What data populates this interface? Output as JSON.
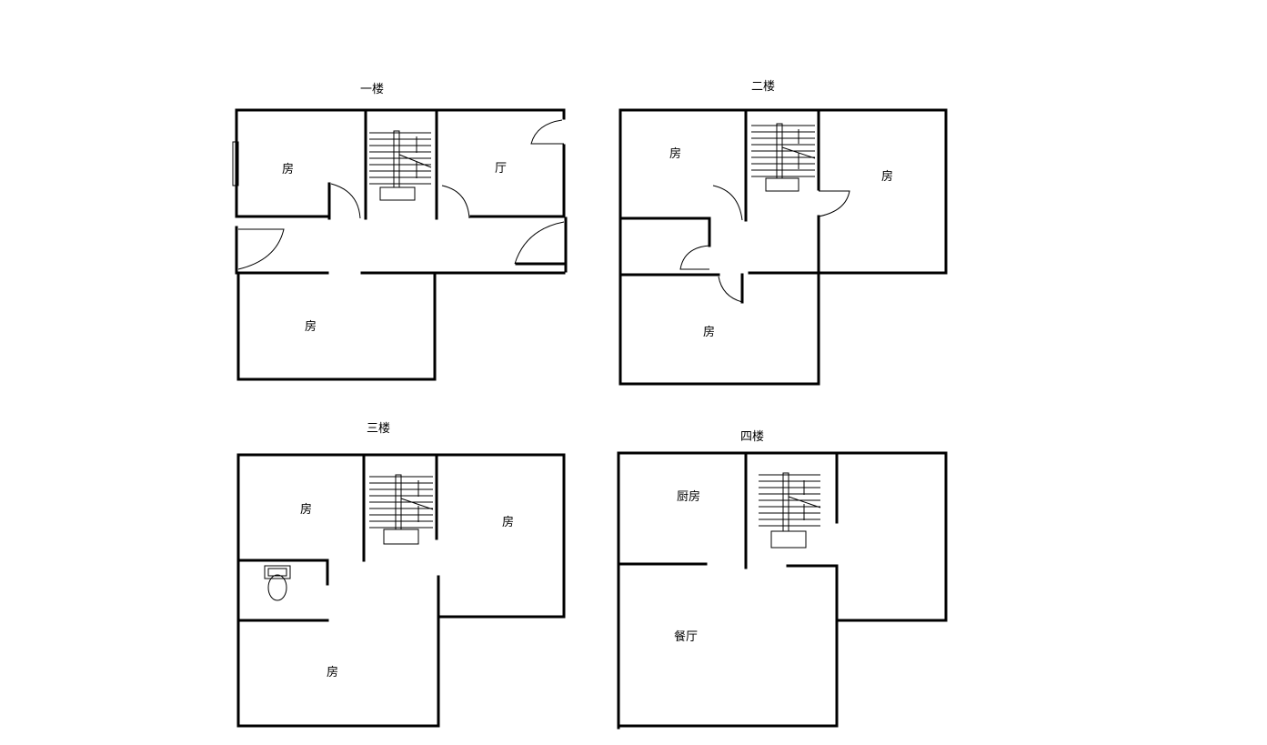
{
  "floors": [
    {
      "title": "一楼",
      "rooms": [
        "房",
        "厅",
        "房"
      ]
    },
    {
      "title": "二楼",
      "rooms": [
        "房",
        "房",
        "房"
      ]
    },
    {
      "title": "三楼",
      "rooms": [
        "房",
        "房",
        "房"
      ]
    },
    {
      "title": "四楼",
      "rooms": [
        "厨房",
        "餐厅"
      ]
    }
  ]
}
